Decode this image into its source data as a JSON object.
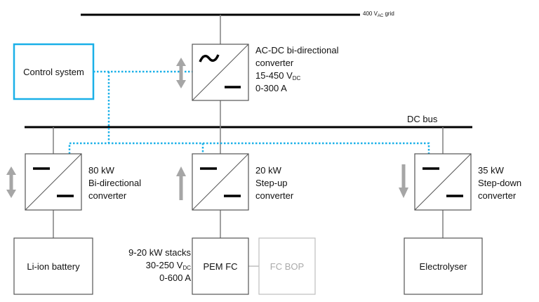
{
  "grid": {
    "label_prefix": "400 V",
    "label_sub": "AC",
    "label_suffix": " grid"
  },
  "dc_bus": {
    "label": "DC bus"
  },
  "control_system": {
    "label": "Control system",
    "color": "#1ab0e8"
  },
  "ac_dc_converter": {
    "symbol_top": "~",
    "symbol_bottom": "—",
    "line1": "AC-DC bi-directional",
    "line2": "converter",
    "line3_prefix": "15-450 V",
    "line3_sub": "DC",
    "line4": "0-300 A",
    "flow": "bidirectional"
  },
  "converters": [
    {
      "id": "battery-converter",
      "power": "80 kW",
      "type_line": "Bi-directional",
      "suffix": "converter",
      "flow": "bidirectional"
    },
    {
      "id": "fc-converter",
      "power": "20 kW",
      "type_line": "Step-up",
      "suffix": "converter",
      "flow": "up"
    },
    {
      "id": "electrolyser-converter",
      "power": "35 kW",
      "type_line": "Step-down",
      "suffix": "converter",
      "flow": "down"
    }
  ],
  "devices": {
    "battery": {
      "label": "Li-ion battery"
    },
    "pem_fc": {
      "label": "PEM FC"
    },
    "fc_bop": {
      "label": "FC BOP"
    },
    "electrolyser": {
      "label": "Electrolyser"
    }
  },
  "fc_specs": {
    "line1": "9-20 kW stacks",
    "line2_prefix": "30-250 V",
    "line2_sub": "DC",
    "line3": "0-600 A"
  },
  "colors": {
    "bus": "#000000",
    "wire": "#808080",
    "control_link": "#1ab0e8",
    "arrow": "#a6a6a6",
    "inactive": "#bfbfbf"
  }
}
